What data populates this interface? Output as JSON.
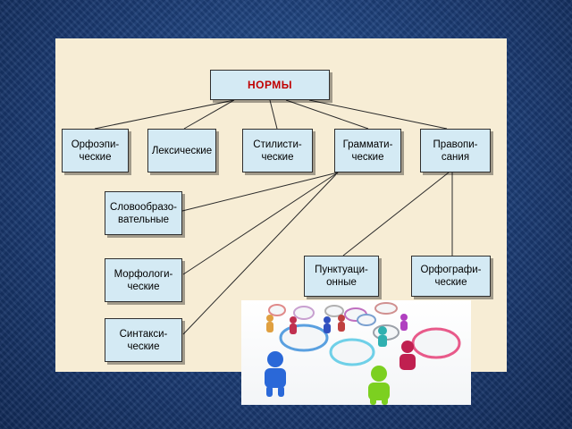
{
  "diagram": {
    "root": {
      "label": "НОРМЫ"
    },
    "nodes": [
      {
        "id": "orthoepic",
        "label": "Орфоэпи-\nческие"
      },
      {
        "id": "lexical",
        "label": "Лексические"
      },
      {
        "id": "stylistic",
        "label": "Стилисти-\nческие"
      },
      {
        "id": "grammatical",
        "label": "Граммати-\nческие"
      },
      {
        "id": "spelling-rules",
        "label": "Правопи-\nсания"
      },
      {
        "id": "word-formation",
        "label": "Словообразо-\nвательные"
      },
      {
        "id": "morphological",
        "label": "Морфологи-\nческие"
      },
      {
        "id": "syntactic",
        "label": "Синтакси-\nческие"
      },
      {
        "id": "punctuation",
        "label": "Пунктуаци-\nонные"
      },
      {
        "id": "orthographic",
        "label": "Орфографи-\nческие"
      }
    ]
  },
  "colors": {
    "background": "#1c3f7a",
    "panel": "#f7edd5",
    "node_fill": "#d4eaf4",
    "root_text": "#c00000"
  }
}
